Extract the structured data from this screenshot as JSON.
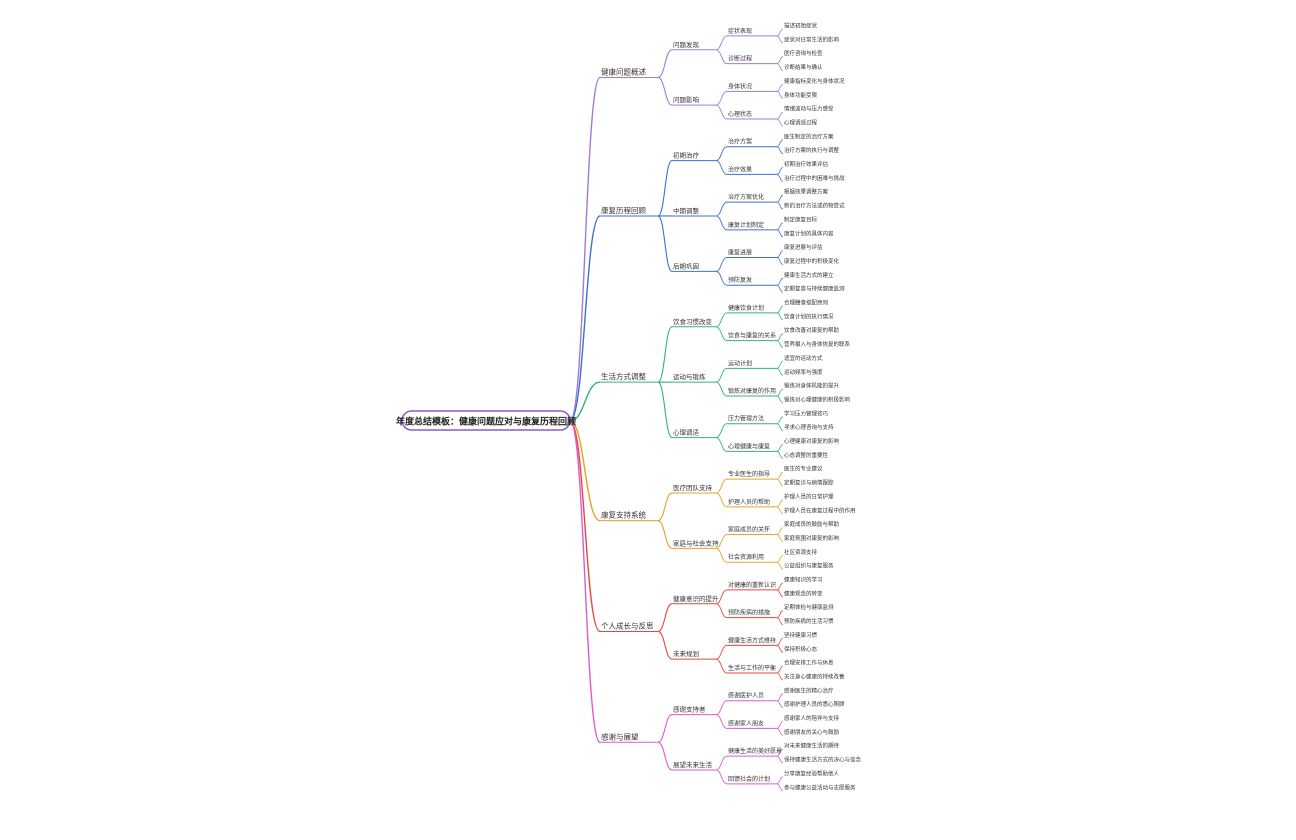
{
  "mindmap": {
    "root": "年度总结模板：健康问题应对与康复历程回顾",
    "branches": [
      {
        "label": "健康问题概述",
        "color": "#a37ad9",
        "children": [
          {
            "label": "问题发现",
            "children": [
              {
                "label": "症状表现",
                "children": [
                  "描述初始症状",
                  "症状对日常生活的影响"
                ]
              },
              {
                "label": "诊断过程",
                "children": [
                  "医疗咨询与检查",
                  "诊断结果与确认"
                ]
              }
            ]
          },
          {
            "label": "问题影响",
            "children": [
              {
                "label": "身体状况",
                "children": [
                  "健康指标变化与身体状况",
                  "身体功能受限"
                ]
              },
              {
                "label": "心理状态",
                "children": [
                  "情绪波动与压力感受",
                  "心理调适过程"
                ]
              }
            ]
          }
        ]
      },
      {
        "label": "康复历程回顾",
        "color": "#3f6fd8",
        "children": [
          {
            "label": "初期治疗",
            "children": [
              {
                "label": "治疗方案",
                "children": [
                  "医生制定的治疗方案",
                  "治疗方案的执行与调整"
                ]
              },
              {
                "label": "治疗效果",
                "children": [
                  "初期治疗效果评估",
                  "治疗过程中的困难与挑战"
                ]
              }
            ]
          },
          {
            "label": "中期调整",
            "children": [
              {
                "label": "治疗方案优化",
                "children": [
                  "根据效果调整方案",
                  "新的治疗方法或药物尝试"
                ]
              },
              {
                "label": "康复计划制定",
                "children": [
                  "制定康复目标",
                  "康复计划的具体内容"
                ]
              }
            ]
          },
          {
            "label": "后期巩固",
            "children": [
              {
                "label": "康复进展",
                "children": [
                  "康复进展与评估",
                  "康复过程中的积极变化"
                ]
              },
              {
                "label": "预防复发",
                "children": [
                  "健康生活方式的建立",
                  "定期复查与持续健康监测"
                ]
              }
            ]
          }
        ]
      },
      {
        "label": "生活方式调整",
        "color": "#33b37a",
        "children": [
          {
            "label": "饮食习惯改变",
            "children": [
              {
                "label": "健康饮食计划",
                "children": [
                  "合理膳食搭配原则",
                  "饮食计划的执行情况"
                ]
              },
              {
                "label": "饮食与康复的关系",
                "children": [
                  "饮食改善对康复的帮助",
                  "营养摄入与身体恢复的联系"
                ]
              }
            ]
          },
          {
            "label": "运动与锻炼",
            "children": [
              {
                "label": "运动计划",
                "children": [
                  "适宜的运动方式",
                  "运动频率与强度"
                ]
              },
              {
                "label": "锻炼对康复的作用",
                "children": [
                  "锻炼对身体机能的提升",
                  "锻炼对心理健康的积极影响"
                ]
              }
            ]
          },
          {
            "label": "心理调适",
            "children": [
              {
                "label": "压力管理方法",
                "children": [
                  "学习压力管理技巧",
                  "寻求心理咨询与支持"
                ]
              },
              {
                "label": "心理健康与康复",
                "children": [
                  "心理健康对康复的影响",
                  "心态调整的重要性"
                ]
              }
            ]
          }
        ]
      },
      {
        "label": "康复支持系统",
        "color": "#e8a02a",
        "children": [
          {
            "label": "医疗团队支持",
            "children": [
              {
                "label": "专业医生的指导",
                "children": [
                  "医生的专业建议",
                  "定期复诊与病情跟踪"
                ]
              },
              {
                "label": "护理人员的帮助",
                "children": [
                  "护理人员的日常护理",
                  "护理人员在康复过程中的作用"
                ]
              }
            ]
          },
          {
            "label": "家庭与社会支持",
            "children": [
              {
                "label": "家庭成员的关怀",
                "children": [
                  "家庭成员的鼓励与帮助",
                  "家庭氛围对康复的影响"
                ]
              },
              {
                "label": "社会资源利用",
                "children": [
                  "社区资源支持",
                  "公益组织与康复服务"
                ]
              }
            ]
          }
        ]
      },
      {
        "label": "个人成长与反思",
        "color": "#e8453c",
        "children": [
          {
            "label": "健康意识的提升",
            "children": [
              {
                "label": "对健康的重新认识",
                "children": [
                  "健康知识的学习",
                  "健康观念的转变"
                ]
              },
              {
                "label": "预防疾病的措施",
                "children": [
                  "定期体检与健康监测",
                  "预防疾病的生活习惯"
                ]
              }
            ]
          },
          {
            "label": "未来规划",
            "children": [
              {
                "label": "健康生活方式维持",
                "children": [
                  "坚持健康习惯",
                  "保持积极心态"
                ]
              },
              {
                "label": "生活与工作的平衡",
                "children": [
                  "合理安排工作与休息",
                  "关注身心健康的持续改善"
                ]
              }
            ]
          }
        ]
      },
      {
        "label": "感谢与展望",
        "color": "#e05ad0",
        "children": [
          {
            "label": "感谢支持者",
            "children": [
              {
                "label": "感谢医护人员",
                "children": [
                  "感谢医生的精心治疗",
                  "感谢护理人员的悉心照顾"
                ]
              },
              {
                "label": "感谢家人朋友",
                "children": [
                  "感谢家人的陪伴与支持",
                  "感谢朋友的关心与鼓励"
                ]
              }
            ]
          },
          {
            "label": "展望未来生活",
            "children": [
              {
                "label": "健康生活的美好愿景",
                "children": [
                  "对未来健康生活的期待",
                  "保持健康生活方式的决心与信念"
                ]
              },
              {
                "label": "回馈社会的计划",
                "children": [
                  "分享康复经验帮助他人",
                  "参与健康公益活动与志愿服务"
                ]
              }
            ]
          }
        ]
      }
    ]
  }
}
